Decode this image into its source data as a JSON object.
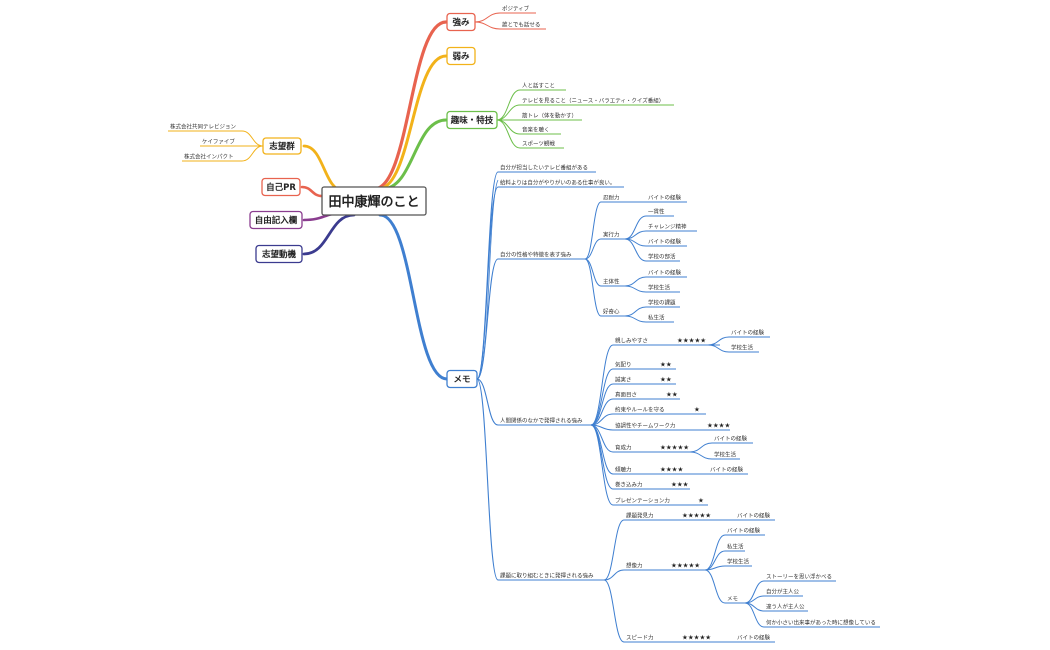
{
  "root": "田中康輝のこと",
  "right": {
    "strengths": {
      "label": "強み",
      "items": [
        "ポジティブ",
        "誰とでも話せる"
      ]
    },
    "weaknesses": {
      "label": "弱み"
    },
    "hobbies": {
      "label": "趣味・特技",
      "items": [
        "人と話すこと",
        "テレビを見ること（ニュース・バラエティ・クイズ番組）",
        "筋トレ（体を動かす）",
        "音楽を聴く",
        "スポーツ観戦"
      ]
    },
    "memo": {
      "label": "メモ",
      "top_items": [
        "自分が担当したいテレビ番組がある",
        "給料よりは自分がやりがいのある仕事が良い。"
      ],
      "personality": {
        "label": "自分の性格や特徴を表す強み",
        "groups": [
          {
            "label": "忍耐力",
            "items": [
              "バイトの経験"
            ]
          },
          {
            "label": "実行力",
            "items": [
              "一貫性",
              "チャレンジ精神",
              "バイトの経験",
              "学校の部活"
            ]
          },
          {
            "label": "主体性",
            "items": [
              "バイトの経験",
              "学校生活"
            ]
          },
          {
            "label": "好奇心",
            "items": [
              "学校の課題",
              "私生活"
            ]
          }
        ]
      },
      "relations": {
        "label": "人間関係のなかで発揮される強み",
        "rows": [
          {
            "label": "親しみやすさ",
            "stars": "★★★★★",
            "items": [
              "バイトの経験",
              "学校生活"
            ]
          },
          {
            "label": "気配り",
            "stars": "★★",
            "items": []
          },
          {
            "label": "誠実さ",
            "stars": "★★",
            "items": []
          },
          {
            "label": "真面目さ",
            "stars": "★★",
            "items": []
          },
          {
            "label": "約束やルールを守る",
            "stars": "★",
            "items": []
          },
          {
            "label": "協調性やチームワーク力",
            "stars": "★★★★",
            "items": []
          },
          {
            "label": "育成力",
            "stars": "★★★★★",
            "items": [
              "バイトの経験",
              "学校生活"
            ]
          },
          {
            "label": "傾聴力",
            "stars": "★★★★",
            "items": [
              "バイトの経験"
            ]
          },
          {
            "label": "巻き込み力",
            "stars": "★★★",
            "items": []
          },
          {
            "label": "プレゼンテーション力",
            "stars": "★",
            "items": []
          }
        ]
      },
      "tasks": {
        "label": "課題に取り組むときに発揮される強み",
        "rows": [
          {
            "label": "課題発見力",
            "stars": "★★★★★",
            "items": [
              "バイトの経験"
            ]
          },
          {
            "label": "想像力",
            "stars": "★★★★★",
            "items": [
              "バイトの経験",
              "私生活",
              "学校生活"
            ],
            "memo": {
              "label": "メモ",
              "items": [
                "ストーリーを思い浮かべる",
                "自分が主人公",
                "違う人が主人公",
                "何か小さい出来事があった時に想像している"
              ]
            }
          },
          {
            "label": "スピード力",
            "stars": "★★★★★",
            "items": [
              "バイトの経験"
            ]
          }
        ]
      }
    }
  },
  "left": {
    "companies": {
      "label": "志望群",
      "items": [
        "株式会社共同テレビジョン",
        "ケイファイブ",
        "株式会社インパクト"
      ]
    },
    "pr": {
      "label": "自己PR"
    },
    "free": {
      "label": "自由記入欄"
    },
    "motive": {
      "label": "志望動機"
    }
  },
  "colors": {
    "strengths": "#e8634f",
    "weaknesses": "#f2b21a",
    "hobbies": "#6cbf4a",
    "memo": "#3f7fd0",
    "companies": "#f2b21a",
    "pr": "#e8634f",
    "free": "#8a3d8f",
    "motive": "#3b3b8f"
  }
}
